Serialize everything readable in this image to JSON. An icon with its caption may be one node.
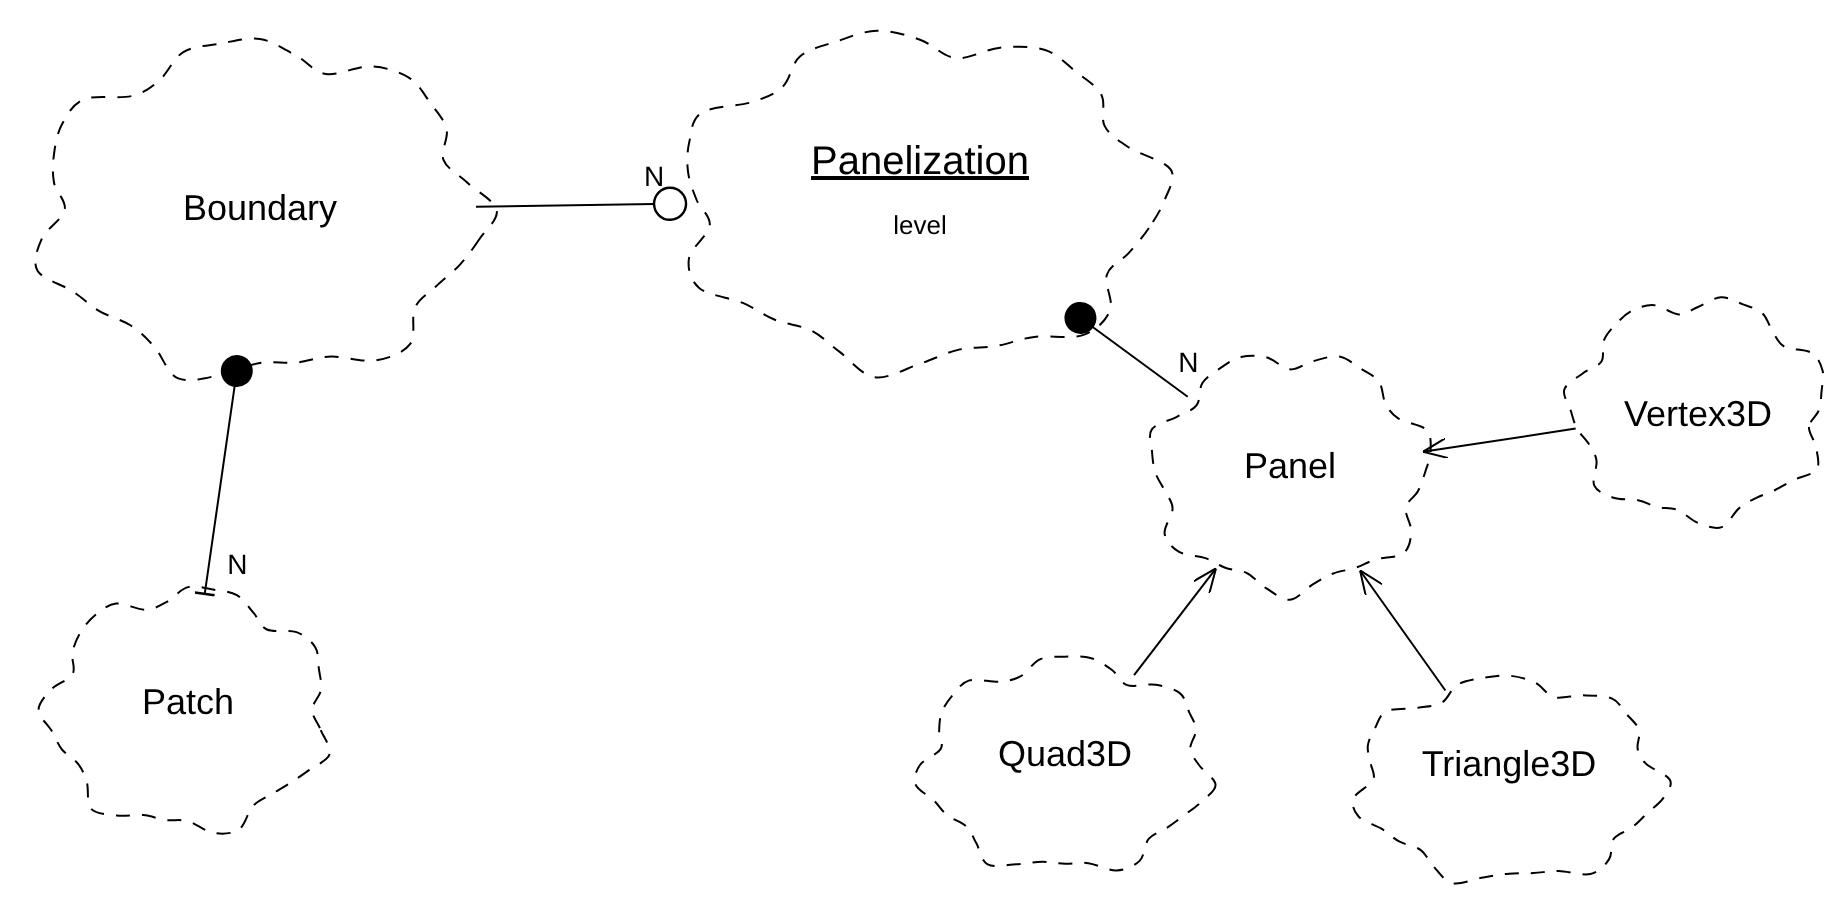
{
  "diagram": {
    "nodes": [
      {
        "text": [
          "Boundary"
        ]
      },
      {
        "text": [
          "Panelization",
          "level"
        ]
      },
      {
        "text": [
          "Panel"
        ]
      },
      {
        "text": [
          "Vertex3D"
        ]
      },
      {
        "text": [
          "Patch"
        ]
      },
      {
        "text": [
          "Quad3D"
        ]
      },
      {
        "text": [
          "Triangle3D"
        ]
      }
    ],
    "edges": [
      {
        "from": 0,
        "to": 1,
        "arrow": "other",
        "label": "N"
      },
      {
        "from": 0,
        "to": 4,
        "arrow": "other",
        "label": "N"
      },
      {
        "from": 1,
        "to": 2,
        "arrow": "other",
        "label": "N"
      },
      {
        "from": 3,
        "to": 2,
        "arrow": "to"
      },
      {
        "from": 5,
        "to": 2,
        "arrow": "to"
      },
      {
        "from": 6,
        "to": 2,
        "arrow": "to"
      }
    ]
  }
}
